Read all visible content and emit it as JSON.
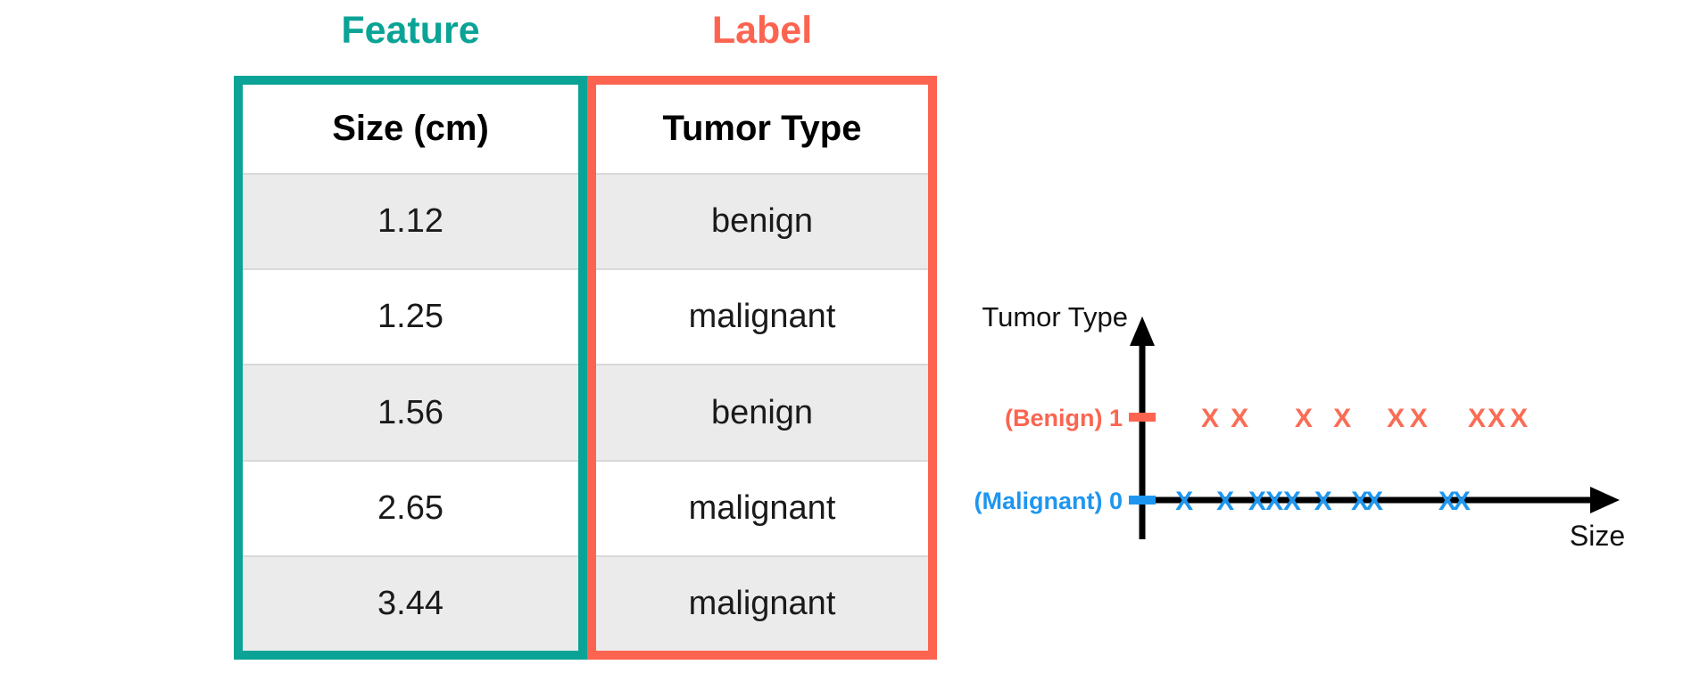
{
  "titles": {
    "feature": "Feature",
    "label": "Label"
  },
  "table": {
    "feature_header": "Size (cm)",
    "label_header": "Tumor Type",
    "rows": [
      {
        "size": "1.12",
        "tumor_type": "benign"
      },
      {
        "size": "1.25",
        "tumor_type": "malignant"
      },
      {
        "size": "1.56",
        "tumor_type": "benign"
      },
      {
        "size": "2.65",
        "tumor_type": "malignant"
      },
      {
        "size": "3.44",
        "tumor_type": "malignant"
      }
    ]
  },
  "colors": {
    "feature_accent": "#0AA396",
    "label_accent": "#FC6450",
    "benign_coral": "#FB6C55",
    "malignant_blue": "#1E96F0",
    "row_alt_gray": "#EBEBEB"
  },
  "chart_data": {
    "type": "scatter",
    "title": "",
    "xlabel": "Size",
    "ylabel": "Tumor Type",
    "x_axis_tick_labels": "none (unlabeled axis)",
    "grid": false,
    "legend": "none",
    "y_categories": [
      {
        "label": "(Malignant) 0",
        "value": 0,
        "color": "#1E96F0"
      },
      {
        "label": "(Benign) 1",
        "value": 1,
        "color": "#FC6450"
      }
    ],
    "series": [
      {
        "name": "benign",
        "y": 1,
        "marker": "X",
        "color": "#FB6C55",
        "x_frac": [
          0.142,
          0.204,
          0.338,
          0.419,
          0.531,
          0.579,
          0.701,
          0.742,
          0.789
        ]
      },
      {
        "name": "malignant",
        "y": 0,
        "marker": "X",
        "color": "#1E96F0",
        "x_frac": [
          0.088,
          0.174,
          0.241,
          0.277,
          0.314,
          0.379,
          0.456,
          0.486,
          0.639,
          0.669
        ]
      }
    ]
  }
}
